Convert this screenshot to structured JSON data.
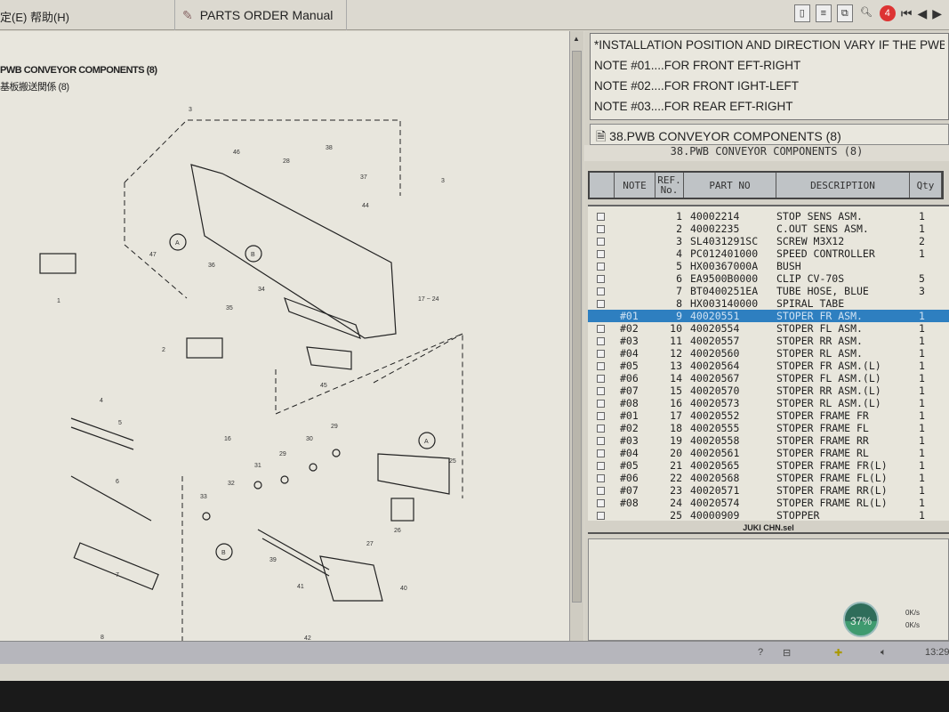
{
  "menu": {
    "text": "定(E)  帮助(H)"
  },
  "tab": {
    "icon": "pin-icon",
    "title": "PARTS ORDER  Manual"
  },
  "toolbar": {
    "page_number": "4",
    "buttons": [
      "book-icon",
      "list-icon",
      "copy-icon",
      "zoom-icon"
    ],
    "nav": [
      "⏮",
      "◀",
      "▶"
    ]
  },
  "diagram": {
    "title_en": "PWB CONVEYOR COMPONENTS (8)",
    "title_cn": "基板搬送関係 (8)",
    "callouts": [
      "3",
      "46",
      "28",
      "38",
      "37",
      "3",
      "44",
      "47",
      "A",
      "36",
      "B",
      "34",
      "35",
      "17 ~ 24",
      "1",
      "2",
      "45",
      "4",
      "5",
      "6",
      "7",
      "8",
      "16",
      "30",
      "29",
      "31",
      "29",
      "32",
      "33",
      "A",
      "25",
      "26",
      "27",
      "B",
      "39",
      "40",
      "41",
      "42"
    ]
  },
  "notes": [
    "*INSTALLATION POSITION AND DIRECTION VARY IF THE PWB T",
    "NOTE #01....FOR FRONT   EFT-RIGHT",
    "NOTE #02....FOR FRONT   IGHT-LEFT",
    "NOTE #03....FOR REAR   EFT-RIGHT"
  ],
  "section": {
    "icon": "document-icon",
    "title": "38.PWB CONVEYOR COMPONENTS (8)"
  },
  "parts_title": "38.PWB CONVEYOR COMPONENTS (8)",
  "columns": {
    "note": "NOTE",
    "ref": "REF. No.",
    "part": "PART NO",
    "desc": "DESCRIPTION",
    "qty": "Qty"
  },
  "rows": [
    {
      "note": "",
      "ref": "1",
      "part": "40002214",
      "desc": "STOP SENS ASM.",
      "qty": "1"
    },
    {
      "note": "",
      "ref": "2",
      "part": "40002235",
      "desc": "C.OUT SENS ASM.",
      "qty": "1"
    },
    {
      "note": "",
      "ref": "3",
      "part": "SL4031291SC",
      "desc": "SCREW M3X12",
      "qty": "2"
    },
    {
      "note": "",
      "ref": "4",
      "part": "PC012401000",
      "desc": "SPEED CONTROLLER",
      "qty": "1"
    },
    {
      "note": "",
      "ref": "5",
      "part": "HX00367000A",
      "desc": "BUSH",
      "qty": ""
    },
    {
      "note": "",
      "ref": "6",
      "part": "EA9500B0000",
      "desc": "CLIP CV-70S",
      "qty": "5"
    },
    {
      "note": "",
      "ref": "7",
      "part": "BT0400251EA",
      "desc": "TUBE HOSE, BLUE",
      "qty": "3"
    },
    {
      "note": "",
      "ref": "8",
      "part": "HX003140000",
      "desc": "SPIRAL TABE",
      "qty": ""
    },
    {
      "note": "#01",
      "ref": "9",
      "part": "40020551",
      "desc": "STOPER FR ASM.",
      "qty": "1"
    },
    {
      "note": "#02",
      "ref": "10",
      "part": "40020554",
      "desc": "STOPER FL ASM.",
      "qty": "1"
    },
    {
      "note": "#03",
      "ref": "11",
      "part": "40020557",
      "desc": "STOPER RR ASM.",
      "qty": "1"
    },
    {
      "note": "#04",
      "ref": "12",
      "part": "40020560",
      "desc": "STOPER RL ASM.",
      "qty": "1"
    },
    {
      "note": "#05",
      "ref": "13",
      "part": "40020564",
      "desc": "STOPER FR ASM.(L)",
      "qty": "1"
    },
    {
      "note": "#06",
      "ref": "14",
      "part": "40020567",
      "desc": "STOPER FL ASM.(L)",
      "qty": "1"
    },
    {
      "note": "#07",
      "ref": "15",
      "part": "40020570",
      "desc": "STOPER RR ASM.(L)",
      "qty": "1"
    },
    {
      "note": "#08",
      "ref": "16",
      "part": "40020573",
      "desc": "STOPER RL ASM.(L)",
      "qty": "1"
    },
    {
      "note": "#01",
      "ref": "17",
      "part": "40020552",
      "desc": "STOPER FRAME FR",
      "qty": "1"
    },
    {
      "note": "#02",
      "ref": "18",
      "part": "40020555",
      "desc": "STOPER FRAME FL",
      "qty": "1"
    },
    {
      "note": "#03",
      "ref": "19",
      "part": "40020558",
      "desc": "STOPER FRAME RR",
      "qty": "1"
    },
    {
      "note": "#04",
      "ref": "20",
      "part": "40020561",
      "desc": "STOPER FRAME RL",
      "qty": "1"
    },
    {
      "note": "#05",
      "ref": "21",
      "part": "40020565",
      "desc": "STOPER FRAME FR(L)",
      "qty": "1"
    },
    {
      "note": "#06",
      "ref": "22",
      "part": "40020568",
      "desc": "STOPER FRAME FL(L)",
      "qty": "1"
    },
    {
      "note": "#07",
      "ref": "23",
      "part": "40020571",
      "desc": "STOPER FRAME RR(L)",
      "qty": "1"
    },
    {
      "note": "#08",
      "ref": "24",
      "part": "40020574",
      "desc": "STOPER FRAME RL(L)",
      "qty": "1"
    },
    {
      "note": "",
      "ref": "25",
      "part": "40000909",
      "desc": "STOPPER",
      "qty": "1"
    }
  ],
  "selected_row": 8,
  "footer": "JUKI CHN.sel",
  "system": {
    "cpu_gauge": "37%",
    "upload": "0K/s",
    "download": "0K/s",
    "clock": "13:29"
  },
  "colors": {
    "selection": "#2e7fc0",
    "background": "#d9d6cc"
  }
}
